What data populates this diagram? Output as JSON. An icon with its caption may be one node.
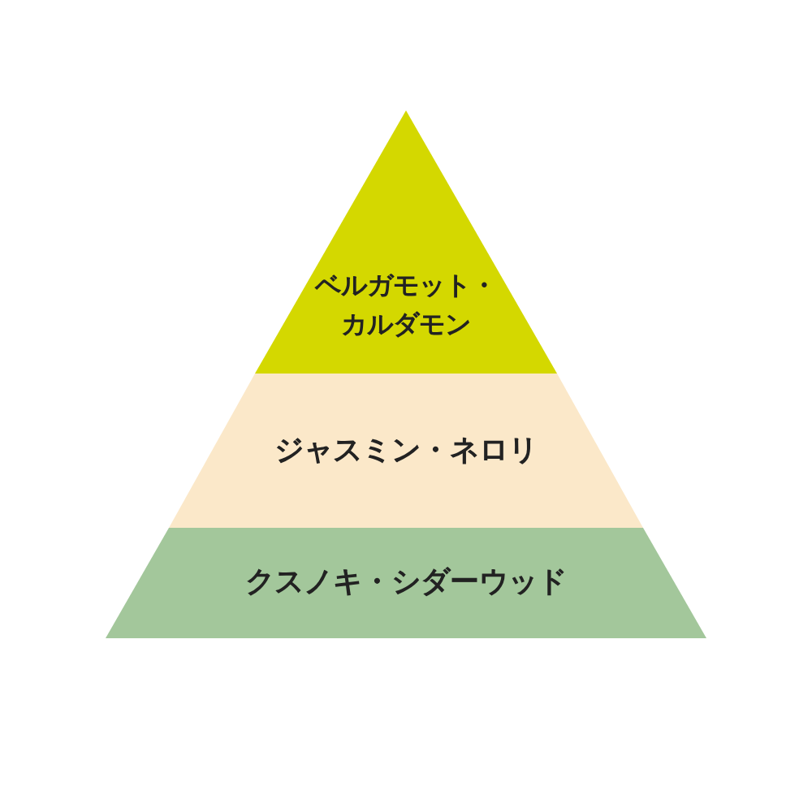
{
  "diagram": {
    "nodes": [
      {
        "text": [
          "ベルガモット・カルダモン"
        ]
      },
      {
        "text": [
          "ジャスミン・ネロリ"
        ]
      },
      {
        "text": [
          "クスノキ・シダーウッド"
        ]
      }
    ]
  }
}
